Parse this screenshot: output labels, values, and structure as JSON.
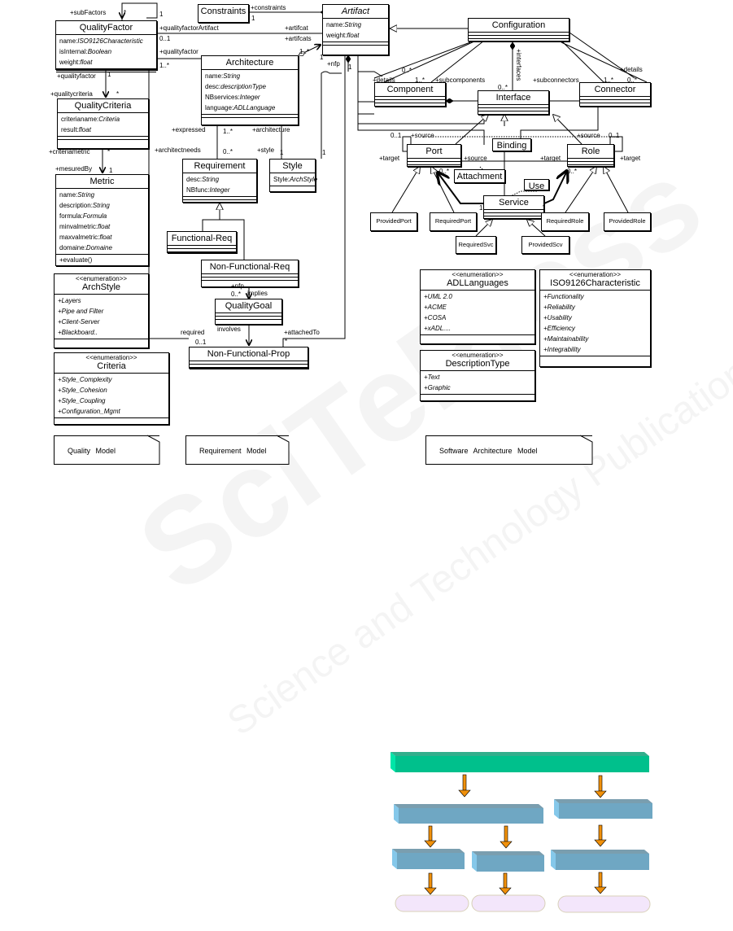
{
  "watermark": {
    "main": "SciTePress",
    "sub": "Science and Technology Publications"
  },
  "classes": [
    {
      "id": "qualityfactor",
      "name": "QualityFactor",
      "attrs": [
        [
          "name:",
          "ISO9126Characteristic"
        ],
        [
          "isInternal:",
          "Boolean"
        ],
        [
          "weight:",
          "float"
        ]
      ],
      "ops": []
    },
    {
      "id": "constraints",
      "name": "Constraints",
      "attrs": null,
      "ops": null
    },
    {
      "id": "artifact",
      "name": "Artifact",
      "italic": true,
      "attrs": [
        [
          "name:",
          "String"
        ],
        [
          "weight:",
          "float"
        ]
      ],
      "ops": []
    },
    {
      "id": "configuration",
      "name": "Configuration",
      "attrs": [],
      "ops": []
    },
    {
      "id": "architecture",
      "name": "Architecture",
      "attrs": [
        [
          "name:",
          "String"
        ],
        [
          "desc:",
          "descriptionType"
        ],
        [
          "NBservices:",
          "Integer"
        ],
        [
          "language:",
          "ADLLanguage"
        ]
      ],
      "ops": []
    },
    {
      "id": "qualitycriteria",
      "name": "QualityCriteria",
      "attrs": [
        [
          "criterianame:",
          "Criteria"
        ],
        [
          "result:",
          "float"
        ]
      ],
      "ops": []
    },
    {
      "id": "requirement",
      "name": "Requirement",
      "attrs": [
        [
          "desc:",
          "String"
        ],
        [
          "NBfunc:",
          "Integer"
        ]
      ],
      "ops": []
    },
    {
      "id": "style",
      "name": "Style",
      "attrs": [
        [
          "Style:",
          "ArchStyle"
        ]
      ],
      "ops": null
    },
    {
      "id": "metric",
      "name": "Metric",
      "attrs": [
        [
          "name:",
          "String"
        ],
        [
          "description:",
          "String"
        ],
        [
          "formula:",
          "Formula"
        ],
        [
          "minvalmetric:",
          "float"
        ],
        [
          "maxvalmetric:",
          "float"
        ],
        [
          "domaine:",
          "Domaine"
        ]
      ],
      "ops": [
        "+evaluate()"
      ]
    },
    {
      "id": "functionalreq",
      "name": "Functional-Req",
      "attrs": [],
      "ops": []
    },
    {
      "id": "nonfunctionalreq",
      "name": "Non-Functional-Req",
      "attrs": [],
      "ops": []
    },
    {
      "id": "archstyle",
      "name": "ArchStyle",
      "stereotype": "<<enumeration>>",
      "attrs": [
        [
          "",
          "+Layers"
        ],
        [
          "",
          "+Pipe and Filter"
        ],
        [
          "",
          "+Client-Server"
        ],
        [
          "",
          "+Blackboard.."
        ]
      ],
      "ops": null
    },
    {
      "id": "qualitygoal",
      "name": "QualityGoal",
      "attrs": [],
      "ops": []
    },
    {
      "id": "nonfunctionalprop",
      "name": "Non-Functional-Prop",
      "attrs": [],
      "ops": []
    },
    {
      "id": "criteria",
      "name": "Criteria",
      "stereotype": "<<enumeration>>",
      "attrs": [
        [
          "",
          "+Style_Complexity"
        ],
        [
          "",
          "+Style_Cohesion"
        ],
        [
          "",
          "+Style_Coupling"
        ],
        [
          "",
          "+Configuration_Mgmt"
        ]
      ],
      "ops": null
    },
    {
      "id": "component",
      "name": "Component",
      "attrs": [],
      "ops": []
    },
    {
      "id": "interface",
      "name": "Interface",
      "attrs": [],
      "ops": []
    },
    {
      "id": "connector",
      "name": "Connector",
      "attrs": [],
      "ops": []
    },
    {
      "id": "port",
      "name": "Port",
      "attrs": [],
      "ops": []
    },
    {
      "id": "binding",
      "name": "Binding",
      "attrs": null,
      "ops": null
    },
    {
      "id": "role",
      "name": "Role",
      "attrs": [],
      "ops": []
    },
    {
      "id": "attachment",
      "name": "Attachment",
      "attrs": null,
      "ops": null
    },
    {
      "id": "use",
      "name": "Use",
      "attrs": null,
      "ops": null
    },
    {
      "id": "service",
      "name": "Service",
      "attrs": [],
      "ops": []
    },
    {
      "id": "providedport",
      "name": "ProvidedPort",
      "small": true
    },
    {
      "id": "requiredport",
      "name": "RequiredPort",
      "small": true
    },
    {
      "id": "requiredrole",
      "name": "RequiredRole",
      "small": true
    },
    {
      "id": "providedrole",
      "name": "ProvidedRole",
      "small": true
    },
    {
      "id": "requiredsvc",
      "name": "RequiredSvc",
      "small": true
    },
    {
      "id": "providedscv",
      "name": "ProvidedScv",
      "small": true
    },
    {
      "id": "adllanguages",
      "name": "ADLLanguages",
      "stereotype": "<<enumeration>>",
      "attrs": [
        [
          "",
          "+UML 2.0"
        ],
        [
          "",
          "+ACME"
        ],
        [
          "",
          "+COSA"
        ],
        [
          "",
          "+xADL...."
        ]
      ],
      "ops": null
    },
    {
      "id": "iso9126",
      "name": "ISO9126Characteristic",
      "stereotype": "<<enumeration>>",
      "attrs": [
        [
          "",
          "+Functionality"
        ],
        [
          "",
          "+Reliability"
        ],
        [
          "",
          "+Usability"
        ],
        [
          "",
          "+Efficiency"
        ],
        [
          "",
          "+Maintainability"
        ],
        [
          "",
          "+Integrability"
        ]
      ],
      "ops": null
    },
    {
      "id": "descriptiontype",
      "name": "DescriptionType",
      "stereotype": "<<enumeration>>",
      "attrs": [
        [
          "",
          "+Text"
        ],
        [
          "",
          "+Graphic"
        ]
      ],
      "ops": null
    }
  ],
  "labels": [
    "+subFactors",
    "*",
    "1",
    "+constraints",
    "1",
    "+qualityfactorArtifact",
    "0..1",
    "+artifcat",
    "+artifcats",
    "+qualityfactor",
    "1..*",
    "1..*",
    "1",
    "+nfp",
    "1",
    "+qualityfactor",
    "1",
    "+qualitycriteria",
    "*",
    "+expressed",
    "1..*",
    "+architecture",
    "+architectneeds",
    "0..*",
    "+style",
    "1",
    "1",
    "+criteriametric",
    "*",
    "+mesuredBy",
    "1",
    "+nfp",
    "0..*",
    "implies",
    "required",
    "0..1",
    "involves",
    "+attachedTo",
    "*",
    "0..*",
    "+details",
    "1..*",
    "+subcomponents",
    "0..*",
    "+subconnectors",
    "1..*",
    "+details",
    "0..*",
    "0..1",
    "+source",
    "+source",
    "0..1",
    "+target",
    "+source",
    "+target",
    "+target",
    "0..*",
    "0..*",
    "1",
    "1"
  ],
  "vertical_labels": [
    "+interfaces"
  ],
  "notes": [
    "Quality Model",
    "Requirement Model",
    "Software Architecture Model"
  ],
  "figure_colors": {
    "top": "#00c08c",
    "mid": "#6fa7c3",
    "leaf": "#f3e6fb",
    "arrow": "#f0900a"
  }
}
